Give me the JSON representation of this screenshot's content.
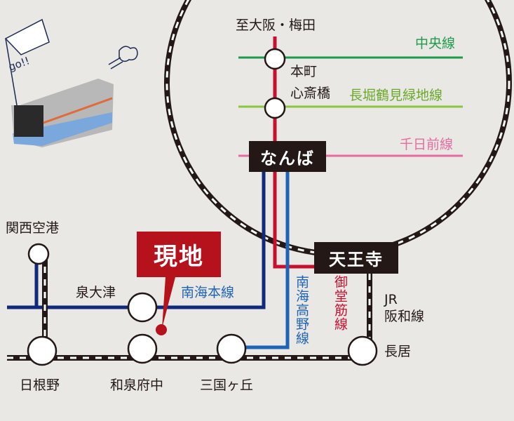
{
  "title_station": "至大阪・梅田",
  "hubs": {
    "namba": "なんば",
    "tennoji": "天王寺"
  },
  "site": {
    "label": "現地"
  },
  "lines": {
    "chuo": "中央線",
    "nagahori": "長堀鶴見緑地線",
    "sennichimae": "千日前線",
    "nankai_main": "南海本線",
    "nankai_koya": "南海高野線",
    "midosuji": "御堂筋線",
    "jr_hanwa_1": "JR",
    "jr_hanwa_2": "阪和線"
  },
  "stations": {
    "honmachi": "本町",
    "shinsaibashi": "心斎橋",
    "kansai_airport": "関西空港",
    "izumiotsu": "泉大津",
    "hineno": "日根野",
    "izumifuchu": "和泉府中",
    "mikunigaoka": "三国ヶ丘",
    "nagai": "長居"
  },
  "illustration": {
    "flag_text": "go!!"
  },
  "colors": {
    "midosuji": "#c8102e",
    "chuo": "#1d9a4a",
    "nagahori": "#8cc63e",
    "sennichimae": "#e66ca0",
    "nankai_main": "#10297a",
    "nankai_koya": "#1f63b5",
    "site": "#b5121b"
  }
}
